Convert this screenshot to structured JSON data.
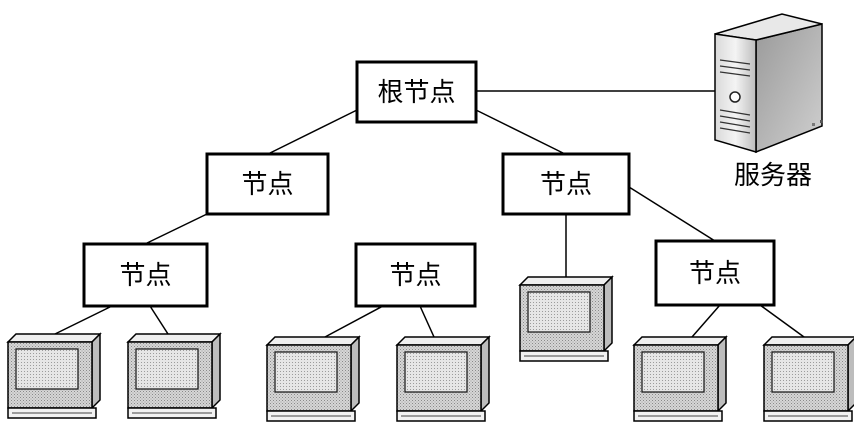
{
  "nodes": {
    "root": "根节点",
    "node_l1_left": "节点",
    "node_l1_right": "节点",
    "node_l2_a": "节点",
    "node_l2_b": "节点",
    "node_l2_c": "节点"
  },
  "server": {
    "label": "服务器",
    "icon": "server-tower-icon"
  },
  "terminals": {
    "icon": "computer-terminal-icon",
    "count": 7
  },
  "colors": {
    "stroke": "#000000",
    "background": "#ffffff",
    "device_fill": "#c9c9c9",
    "screen_fill": "#e2e2e2"
  }
}
